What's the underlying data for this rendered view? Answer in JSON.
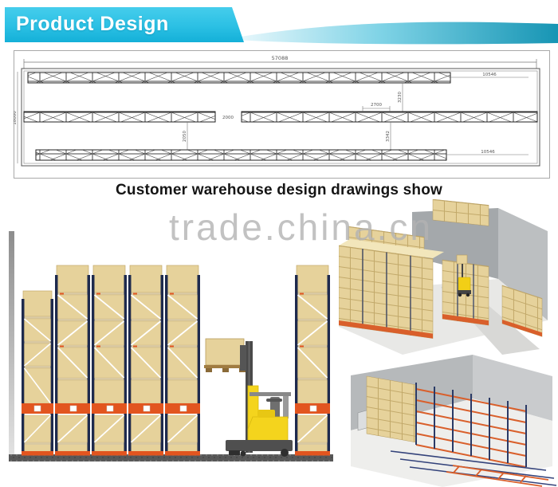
{
  "header": {
    "title": "Product Design",
    "banner_color": "#2bc0e4",
    "swoosh_color": "#1795b4"
  },
  "drawing": {
    "dim_total_width": "57088",
    "dim_left_height": "18000",
    "dim_top_right": "10546",
    "dim_bottom_right": "10546",
    "dim_row1_to_row2": "3230",
    "dim_row2_to_row3_right": "3342",
    "dim_row2_to_row3_left": "2050",
    "dim_center_aisle": "2000",
    "dim_bay_width": "2700"
  },
  "caption": "Customer warehouse design drawings show",
  "watermark": "trade.china.cn",
  "illustrations": {
    "left": "mobile pallet racking front elevation",
    "center": "reach truck forklift lifting pallet",
    "top_right": "3D warehouse with mobile pallet racking and forklift",
    "bottom_right": "3D warehouse with drive-in racking and floor rails"
  },
  "colors": {
    "box_tan": "#e6d29b",
    "rack_post_blue": "#1e2a4e",
    "rack_orange": "#e2551f",
    "forklift_yellow": "#f4d41d",
    "wall_gray": "#b6b9bb",
    "floor_dark": "#585858"
  }
}
